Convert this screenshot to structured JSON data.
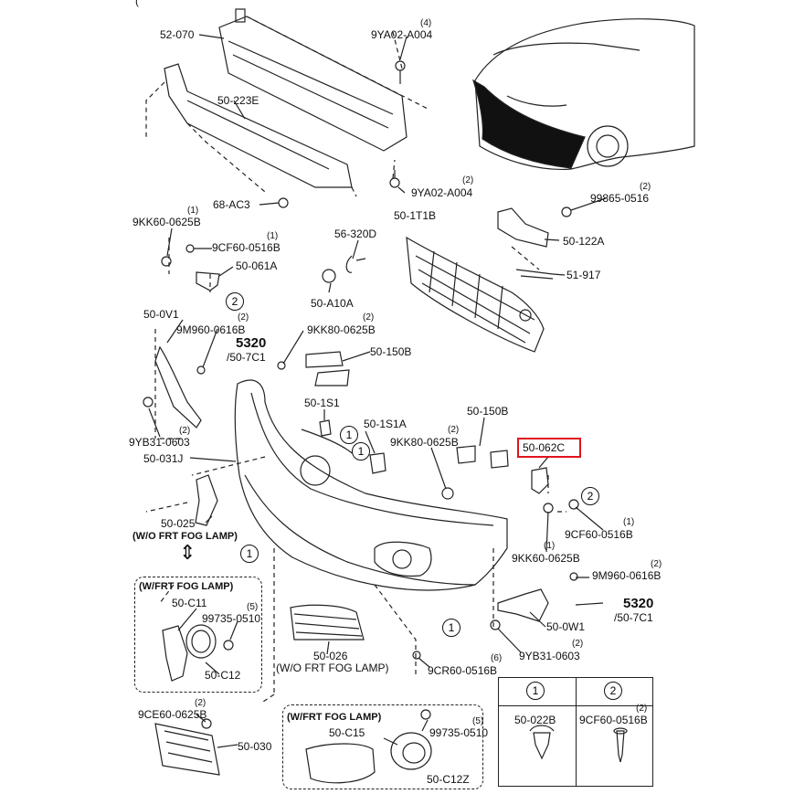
{
  "header_fragment": "(",
  "labels": {
    "p_52_070": "52-070",
    "p_9ya02_top": "9YA02-A004",
    "p_9ya02_top_qty": "(4)",
    "p_50_223e": "50-223E",
    "p_9ya02_mid": "9YA02-A004",
    "p_9ya02_mid_qty": "(2)",
    "p_68_ac3": "68-AC3",
    "p_99865": "99865-0516",
    "p_99865_qty": "(2)",
    "p_50_1t1b": "50-1T1B",
    "p_50_122a": "50-122A",
    "p_51_917": "51-917",
    "p_9kk60_left": "9KK60-0625B",
    "p_9kk60_left_qty": "(1)",
    "p_9cf60_left": "9CF60-0516B",
    "p_9cf60_left_qty": "(1)",
    "p_50_061a": "50-061A",
    "p_56_320d": "56-320D",
    "p_50_a10a": "50-A10A",
    "p_50_0v1": "50-0V1",
    "p_9m960_left": "9M960-0616B",
    "p_9m960_left_qty": "(2)",
    "p_5320_left": "5320",
    "p_50_7c1_left": "/50-7C1",
    "p_9kk80_top": "9KK80-0625B",
    "p_9kk80_top_qty": "(2)",
    "p_50_150b_top": "50-150B",
    "p_50_1s1": "50-1S1",
    "p_50_1s1a": "50-1S1A",
    "p_50_150b_mid": "50-150B",
    "p_9kk80_mid": "9KK80-0625B",
    "p_9kk80_mid_qty": "(2)",
    "p_50_062c": "50-062C",
    "p_9yb31_left": "9YB31-0603",
    "p_9yb31_left_qty": "(2)",
    "p_50_031j": "50-031J",
    "p_9cf60_right": "9CF60-0516B",
    "p_9cf60_right_qty": "(1)",
    "p_9kk60_right": "9KK60-0625B",
    "p_9kk60_right_qty": "(1)",
    "p_50_025": "50-025",
    "p_wo_fog_left": "(W/O FRT FOG LAMP)",
    "p_9m960_right": "9M960-0616B",
    "p_9m960_right_qty": "(2)",
    "p_5320_right": "5320",
    "p_50_7c1_right": "/50-7C1",
    "p_50_0w1": "50-0W1",
    "p_9yb31_right": "9YB31-0603",
    "p_9yb31_right_qty": "(2)",
    "p_w_fog_left": "(W/FRT FOG LAMP)",
    "p_50_c11": "50-C11",
    "p_99735_left": "99735-0510",
    "p_99735_left_qty": "(5)",
    "p_50_c12": "50-C12",
    "p_50_026": "50-026",
    "p_wo_fog_mid": "(W/O FRT FOG LAMP)",
    "p_9cr60": "9CR60-0516B",
    "p_9cr60_qty": "(6)",
    "p_9ce60": "9CE60-0625B",
    "p_9ce60_qty": "(2)",
    "p_50_030": "50-030",
    "p_w_fog_bottom": "(W/FRT FOG LAMP)",
    "p_50_c15": "50-C15",
    "p_99735_right": "99735-0510",
    "p_99735_right_qty": "(5)",
    "p_50_c12z": "50-C12Z"
  },
  "ref_markers": [
    "1",
    "2"
  ],
  "legend": {
    "col1_marker": "1",
    "col2_marker": "2",
    "col1_part": "50-022B",
    "col2_part": "9CF60-0516B",
    "col2_qty": "(2)"
  },
  "highlight_color": "#e0141e"
}
